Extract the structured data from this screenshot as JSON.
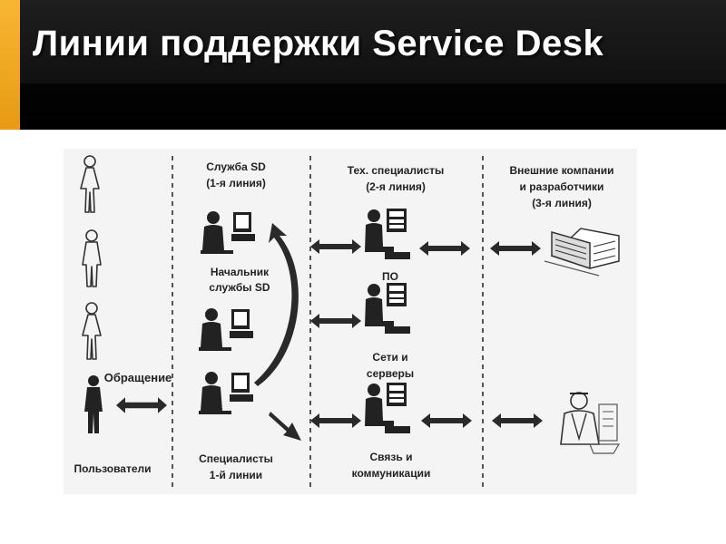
{
  "slide": {
    "title": "Линии поддержки Service Desk",
    "colors": {
      "accent": "#f0a820",
      "header": "#000000",
      "title_text": "#ffffff",
      "diagram_bg": "#f4f4f4"
    }
  },
  "diagram": {
    "users_label": "Пользователи",
    "request_label": "Обращение",
    "sd_header_line1": "Служба SD",
    "sd_header_line2": "(1-я линия)",
    "sd_head_line1": "Начальник",
    "sd_head_line2": "службы SD",
    "l1_specialists_line1": "Специалисты",
    "l1_specialists_line2": "1-й линии",
    "tech_header_line1": "Тех. специалисты",
    "tech_header_line2": "(2-я линия)",
    "software_label": "ПО",
    "network_line1": "Сети и",
    "network_line2": "серверы",
    "comms_line1": "Связь и",
    "comms_line2": "коммуникации",
    "external_line1": "Внешние компании",
    "external_line2": "и разработчики",
    "external_line3": "(3-я линия)",
    "icons": [
      "female-user-icon",
      "male-user-icon",
      "operator-workstation-icon",
      "specialist-workstation-icon",
      "office-building-icon",
      "developer-icon",
      "double-arrow-icon",
      "escalation-arrow-icon"
    ]
  }
}
